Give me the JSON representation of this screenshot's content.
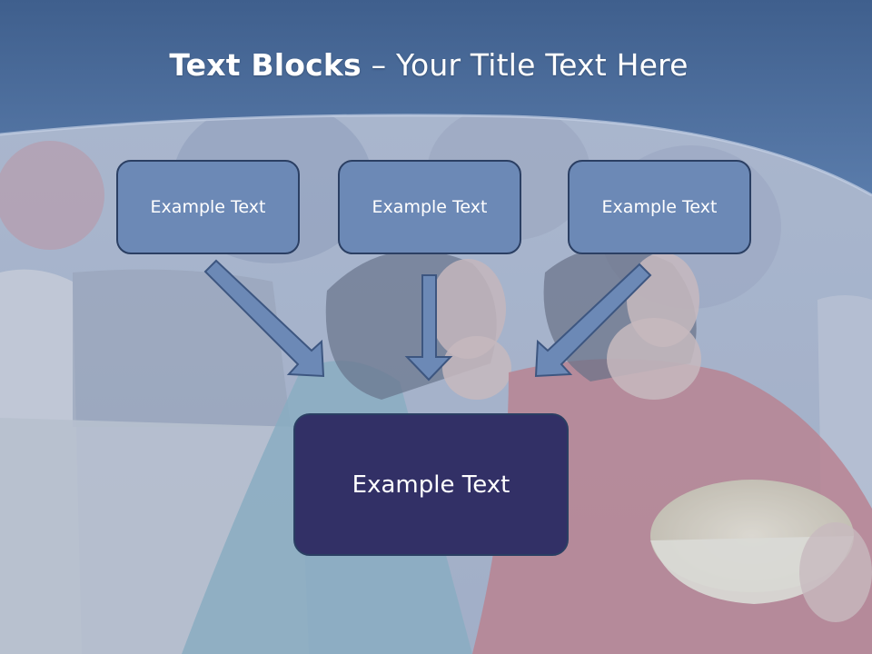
{
  "title": {
    "bold": "Text Blocks",
    "separator": " – ",
    "rest": "Your Title Text Here"
  },
  "blocks": {
    "top": [
      {
        "label": "Example Text"
      },
      {
        "label": "Example Text"
      },
      {
        "label": "Example Text"
      }
    ],
    "bottom": {
      "label": "Example Text"
    }
  },
  "colors": {
    "header_band": "#4d6f9d",
    "top_block_fill": "#6c89b6",
    "bottom_block_fill": "#323066",
    "block_border": "#2b3f63",
    "arrow_fill": "#6c89b6"
  }
}
